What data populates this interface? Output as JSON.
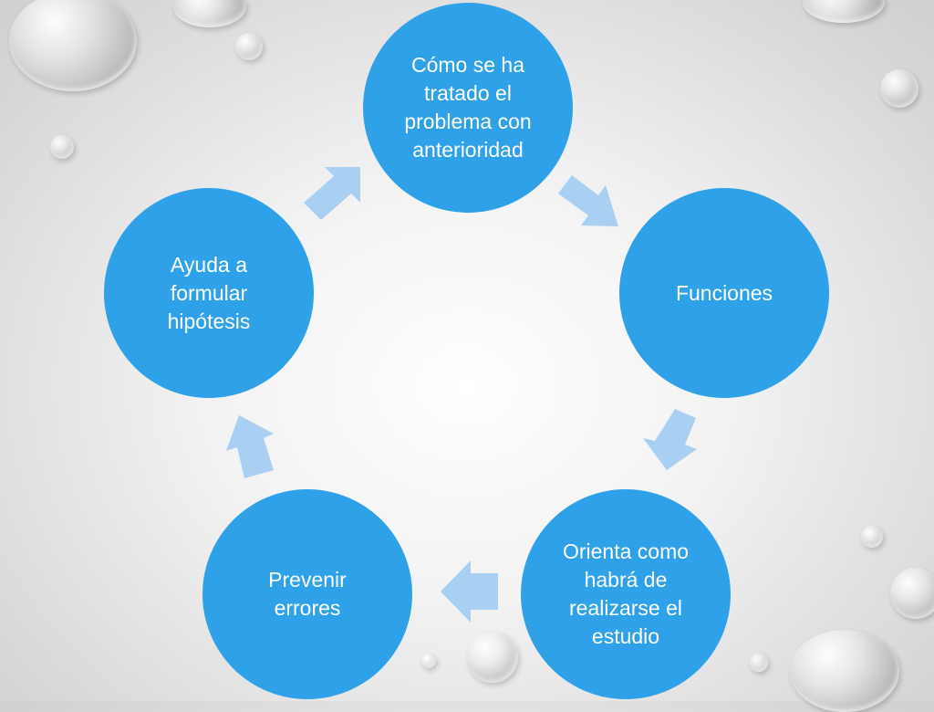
{
  "diagram": {
    "nodes": [
      {
        "id": "historia",
        "label": "Cómo se ha tratado el problema con anterioridad"
      },
      {
        "id": "funciones",
        "label": "Funciones"
      },
      {
        "id": "orienta",
        "label": "Orienta como habrá de realizarse el estudio"
      },
      {
        "id": "prevenir",
        "label": "Prevenir errores"
      },
      {
        "id": "hipotesis",
        "label": "Ayuda a formular hipótesis"
      }
    ],
    "colors": {
      "node_fill": "#2ea1e8",
      "node_text": "#ffffff",
      "arrow_fill": "#a9cff3"
    }
  }
}
